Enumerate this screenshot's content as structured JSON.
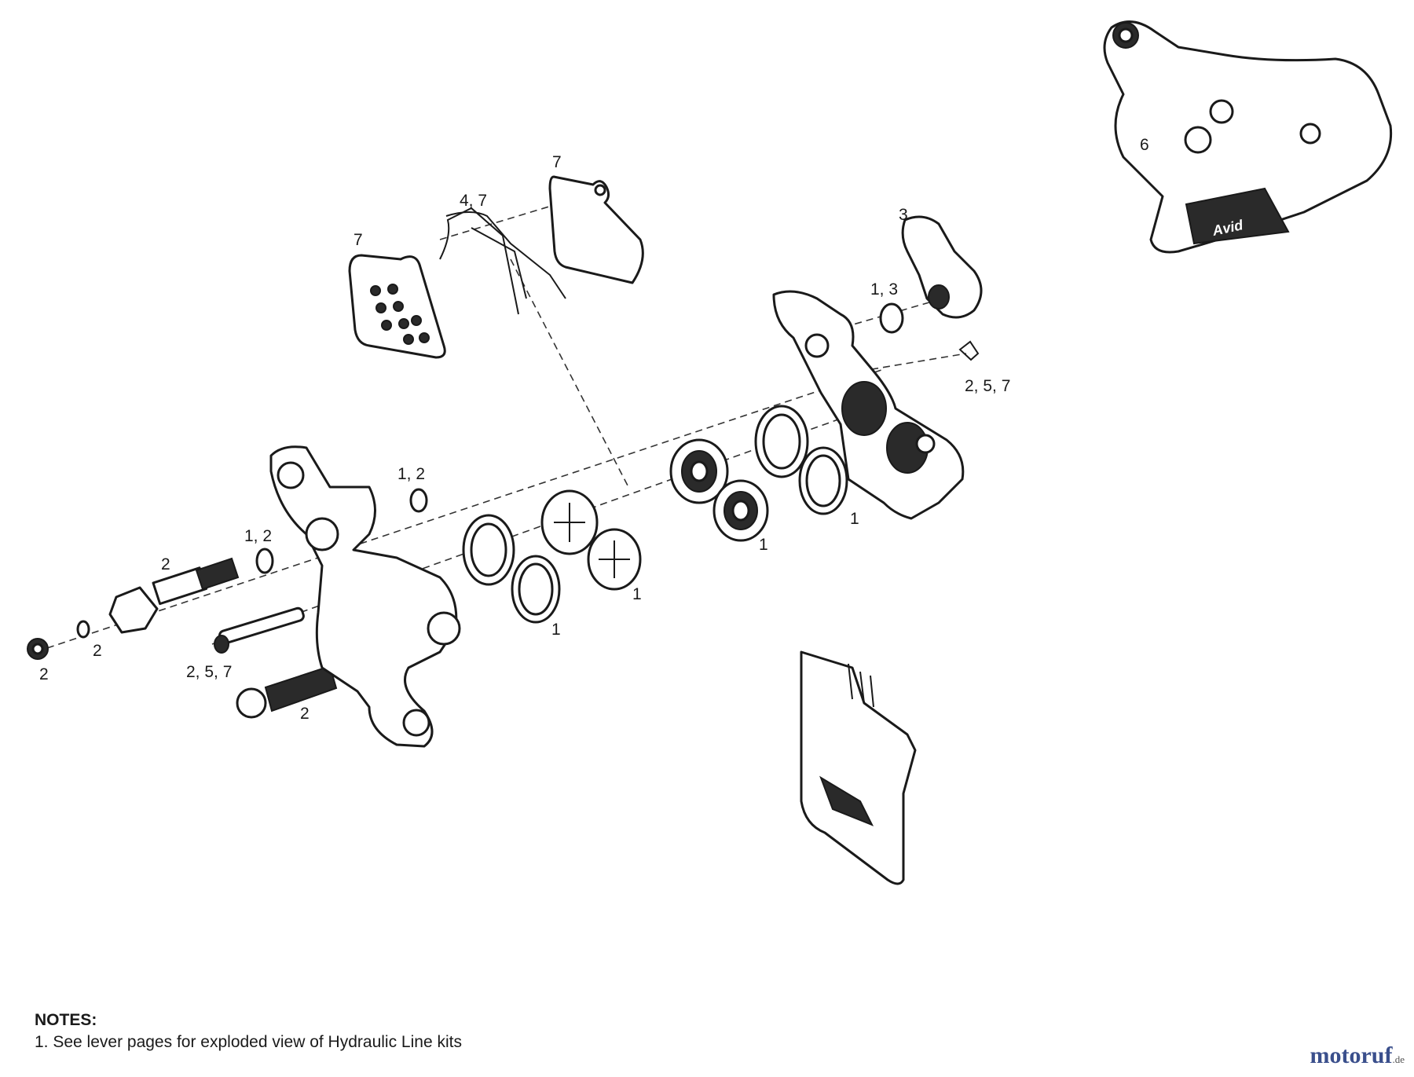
{
  "callouts": {
    "pad_left": "7",
    "spring": "4, 7",
    "pad_right": "7",
    "adapter_top": "3",
    "oring_adapter": "1, 3",
    "clip": "2, 5, 7",
    "caliper_assembly": "6",
    "seal_top": "1, 2",
    "seal_mid": "1, 2",
    "banjo_bolt": "2",
    "cap": "2",
    "washer": "2",
    "pad_pin": "2, 5, 7",
    "mount_bolt": "2",
    "seal_ring_a": "1",
    "piston_a": "1",
    "piston_b": "1",
    "seal_ring_b": "1"
  },
  "notes": {
    "title": "NOTES:",
    "items": [
      "1. See lever pages for exploded view of Hydraulic Line kits"
    ]
  },
  "brand_mark": "Avid",
  "watermark": {
    "name": "motoruf",
    "tld": ".de"
  }
}
